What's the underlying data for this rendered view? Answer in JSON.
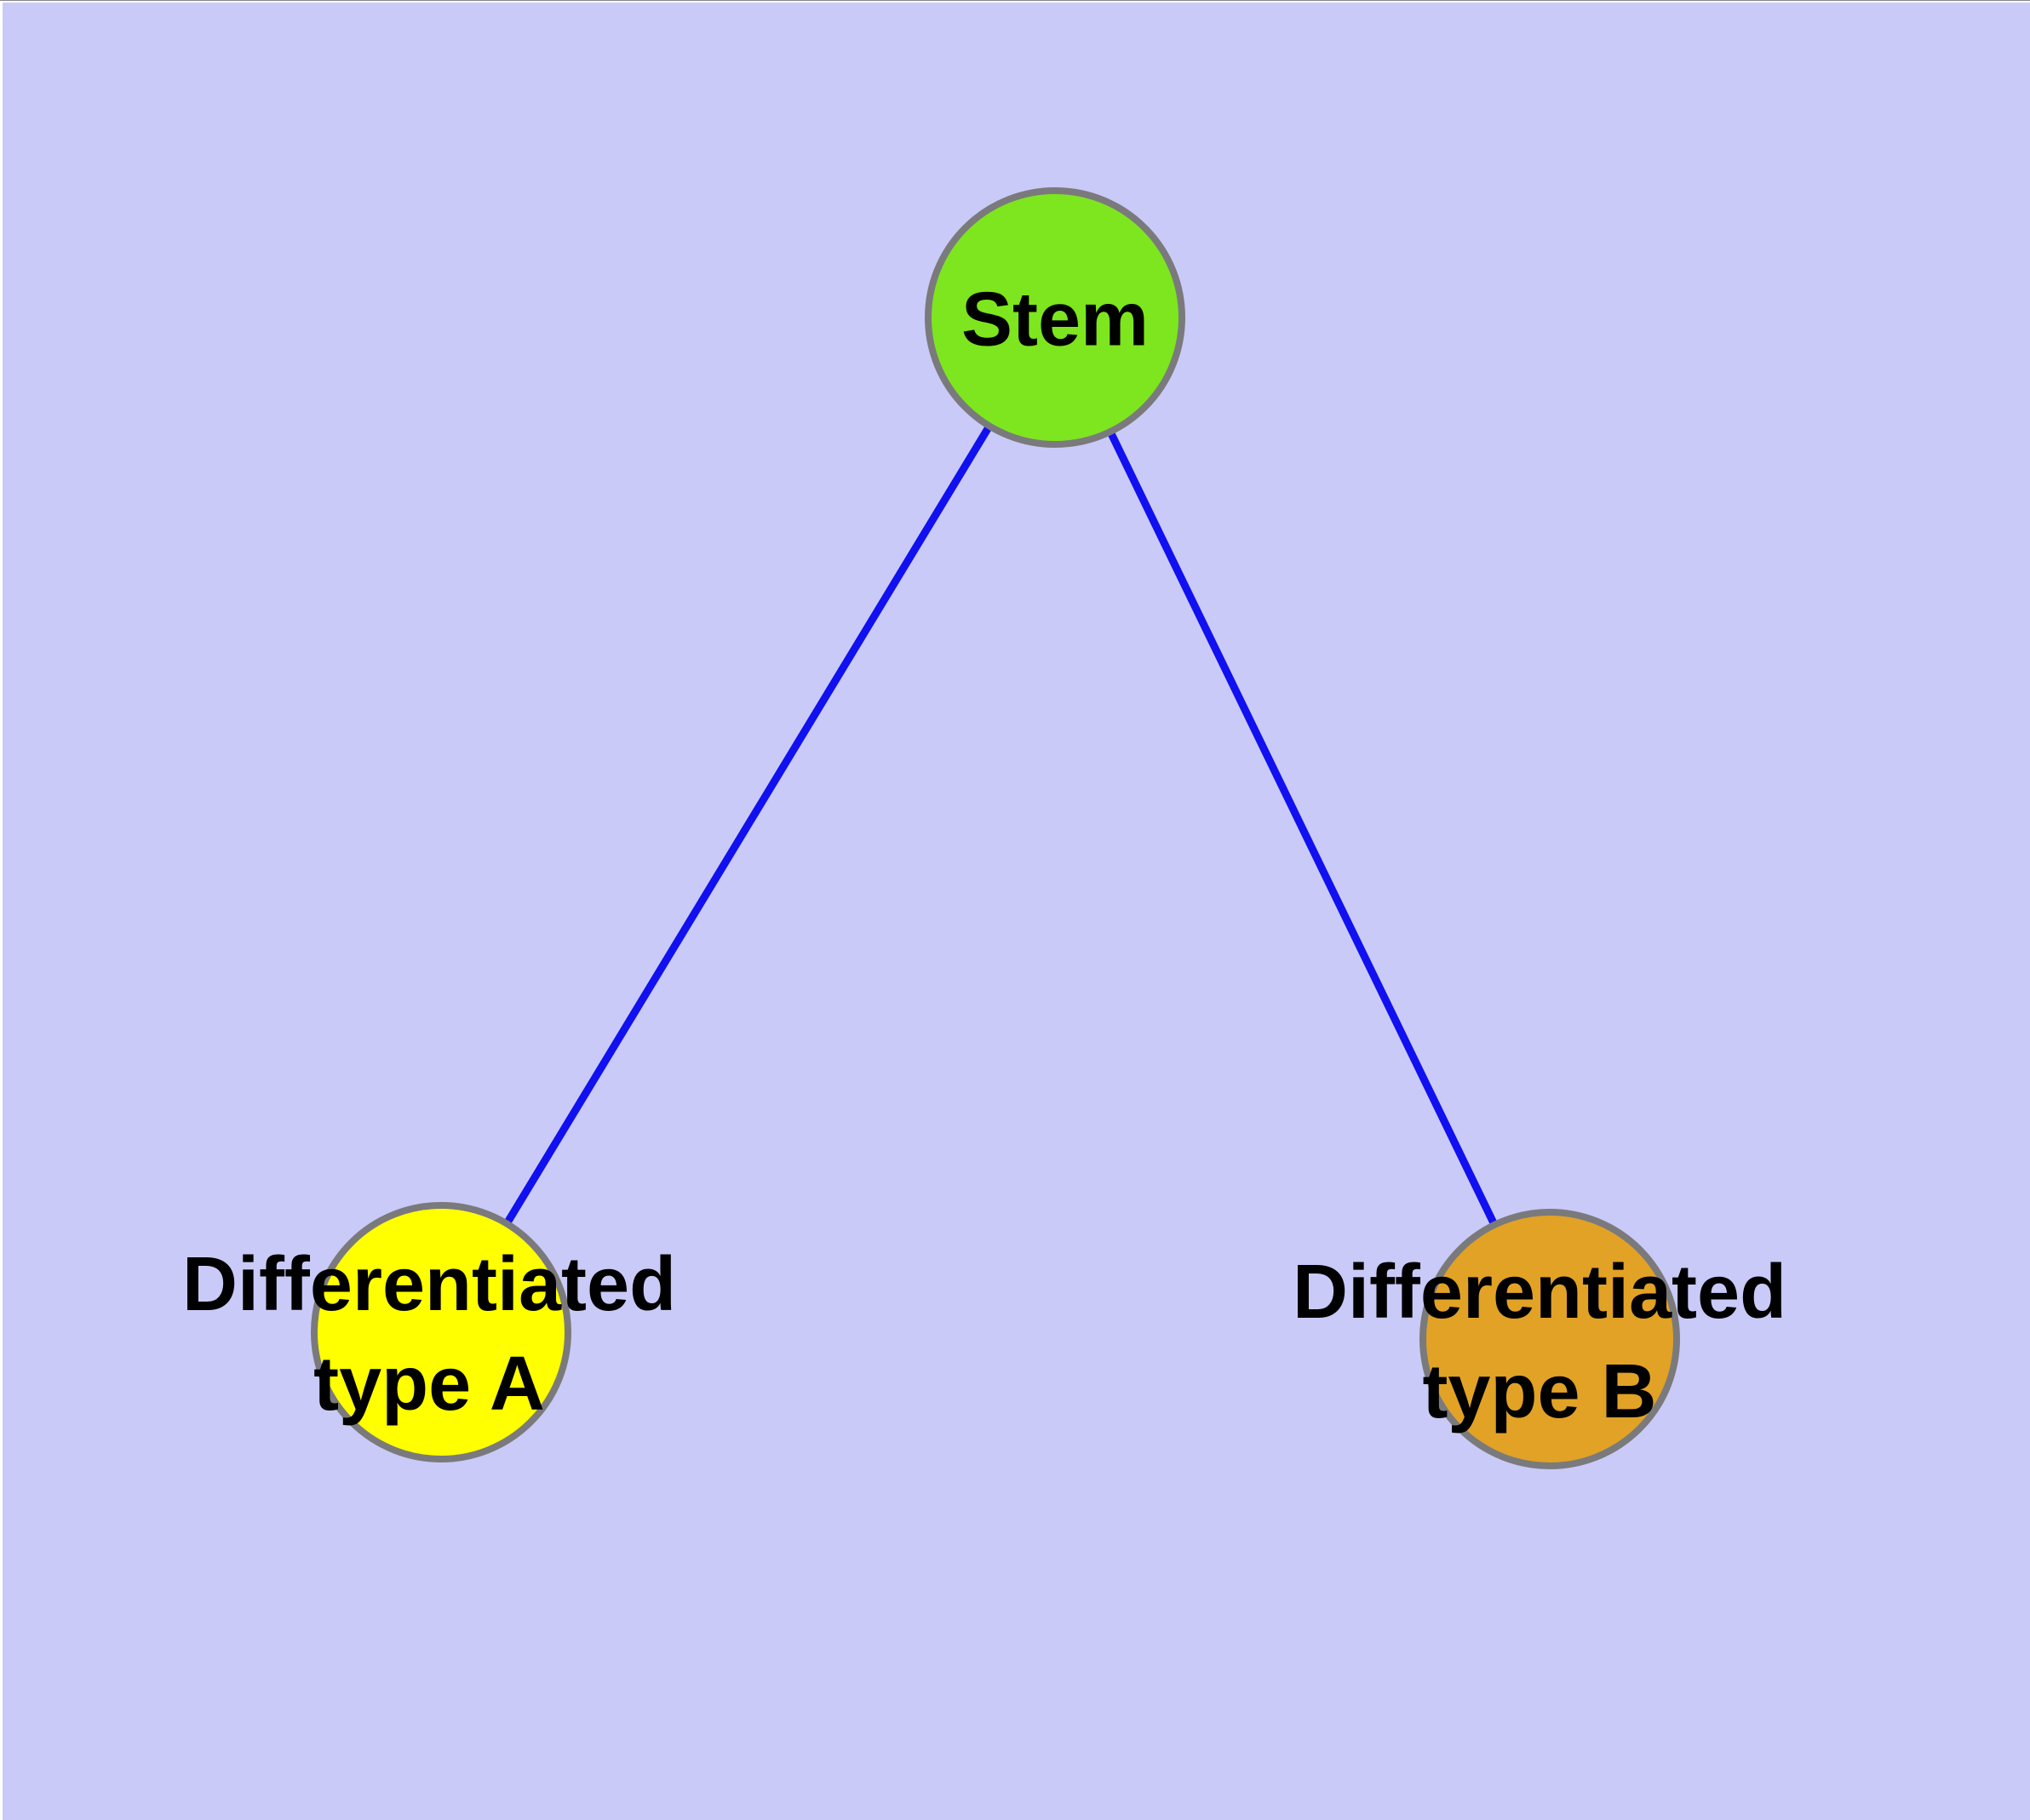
{
  "diagram": {
    "background_color": "#CACAF8",
    "edge_color": "#1010F0",
    "node_border_color": "#7A7A7D",
    "nodes": [
      {
        "id": "stem",
        "label": "Stem",
        "fill_color": "#7DE61E"
      },
      {
        "id": "differentiated-type-a",
        "label": "Differentiated\ntype A",
        "fill_color": "#FFFF00"
      },
      {
        "id": "differentiated-type-b",
        "label": "Differentiated\ntype B",
        "fill_color": "#E1A226"
      }
    ],
    "edges": [
      {
        "from": "stem",
        "to": "differentiated-type-a"
      },
      {
        "from": "stem",
        "to": "differentiated-type-b"
      }
    ]
  }
}
